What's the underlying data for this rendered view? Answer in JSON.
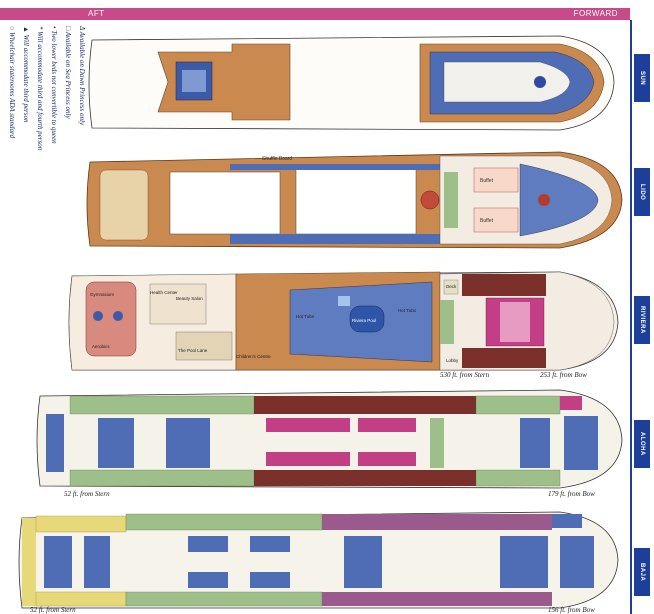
{
  "header": {
    "aft_label": "AFT",
    "forward_label": "FORWARD"
  },
  "legend": [
    "Δ Available on Dawn Princess only",
    "□ Available on Sea Princess only",
    "• Two lower beds not convertible to queen",
    "* Will accommodate third and fourth person",
    "▲ Will accommodate third person",
    "○ Wheelchair staterooms ADA standard"
  ],
  "decks": {
    "sun": {
      "tab": "SUN"
    },
    "lido": {
      "tab": "LIDO",
      "labels": [
        "Shuffle Board",
        "Buffet",
        "Buffet"
      ]
    },
    "riviera": {
      "tab": "RIVIERA",
      "labels": [
        "Gymnasium",
        "Health Center",
        "Beauty Salon",
        "Aerobics",
        "Hot Tubs",
        "Riviera Pool",
        "Hot Tubs",
        "Children's Centre",
        "The Pool Lane",
        "Deck",
        "Lobby"
      ],
      "measure_stern": "530 ft. from Stern",
      "measure_bow": "253 ft. from Bow"
    },
    "aloha": {
      "tab": "ALOHA",
      "measure_stern": "52 ft. from Stern",
      "measure_bow": "179 ft. from Bow"
    },
    "baja": {
      "tab": "BAJA",
      "measure_stern": "52 ft. from Stern",
      "measure_bow": "156 ft. from Bow"
    }
  },
  "colors": {
    "accent_bar": "#c84a88",
    "deck_tab": "#1e3f99",
    "wood": "#c9894f",
    "cabin_blue": "#4f6db5",
    "cabin_green": "#9fbf8a",
    "cabin_maroon": "#7a2f2a",
    "cabin_magenta": "#c23f86",
    "cabin_purple": "#9a5b8c",
    "cabin_yellow": "#e7d87a"
  }
}
